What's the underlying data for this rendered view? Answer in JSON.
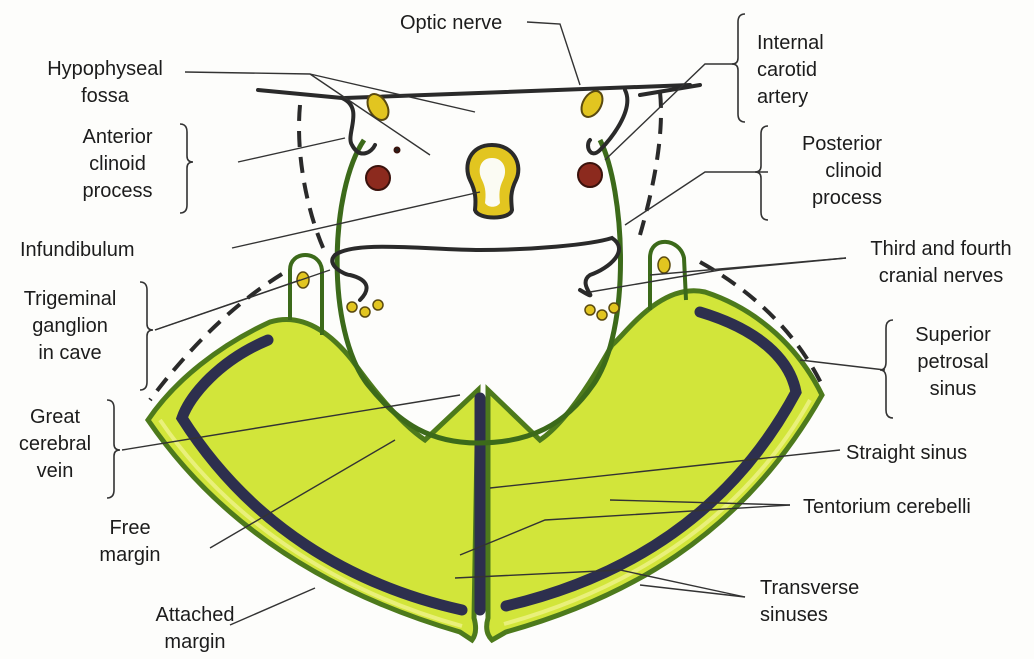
{
  "labels": {
    "optic_nerve": "Optic nerve",
    "hypophyseal_fossa": [
      "Hypophyseal",
      "fossa"
    ],
    "internal_carotid_artery": [
      "Internal",
      "carotid",
      "artery"
    ],
    "anterior_clinoid_process": [
      "Anterior",
      "clinoid",
      "process"
    ],
    "posterior_clinoid_process": [
      "Posterior",
      "clinoid",
      "process"
    ],
    "infundibulum": "Infundibulum",
    "third_fourth_cranial_nerves": [
      "Third and fourth",
      "cranial  nerves"
    ],
    "trigeminal_ganglion": [
      "Trigeminal",
      "ganglion",
      "in cave"
    ],
    "superior_petrosal_sinus": [
      "Superior",
      "petrosal",
      "sinus"
    ],
    "great_cerebral_vein": [
      "Great",
      "cerebral",
      "vein"
    ],
    "straight_sinus": "Straight sinus",
    "tentorium_cerebelli": "Tentorium cerebelli",
    "free_margin": [
      "Free",
      "margin"
    ],
    "transverse_sinuses": [
      "Transverse",
      "sinuses"
    ],
    "attached_margin": [
      "Attached",
      "margin"
    ]
  },
  "colors": {
    "tentorium_fill": "#d2e53a",
    "tentorium_edge": "#4d7a1c",
    "sinus": "#2d2f4e",
    "artery": "#8c2a1e",
    "nerve": "#e2c520",
    "outline": "#2a2a2a"
  }
}
